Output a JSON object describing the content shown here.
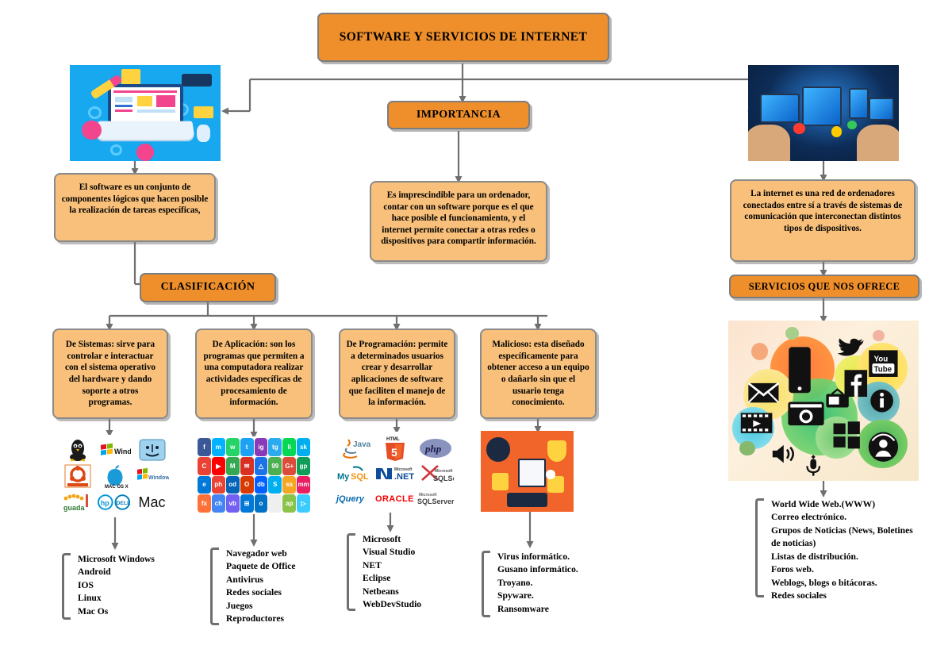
{
  "title_box": {
    "label": "SOFTWARE Y SERVICIOS DE INTERNET"
  },
  "headers": {
    "importancia": "IMPORTANCIA",
    "clasificacion": "CLASIFICACIÓN",
    "servicios": "SERVICIOS QUE NOS OFRECE"
  },
  "descriptions": {
    "software": "El software es un conjunto de componentes lógicos que hacen posible la realización de tareas específicas,",
    "importancia": "Es imprescindible para un ordenador, contar con un software porque es el que hace posible el funcionamiento, y el internet permite conectar a otras redes o dispositivos para compartir información.",
    "internet": "La internet es una red de ordenadores conectados entre sí a través de sistemas de comunicación que interconectan distintos tipos de dispositivos."
  },
  "categories": {
    "sistemas": "De Sistemas: sirve para controlar e interactuar con el sistema operativo del hardware y dando soporte a otros programas.",
    "aplicacion": "De Aplicación: son los programas que permiten a una computadora realizar actividades específicas de procesamiento de información.",
    "programacion": "De Programación: permite a determinados usuarios crear y desarrollar aplicaciones de software que faciliten el manejo de la información.",
    "malicioso": "Malicioso: esta diseñado específicamente para obtener acceso a un equipo o dañarlo sin que el usuario tenga conocimiento."
  },
  "lists": {
    "sistemas": [
      "Microsoft Windows",
      "Android",
      "IOS",
      "Linux",
      "Mac Os"
    ],
    "aplicacion": [
      "Navegador web",
      "Paquete de Office",
      "Antivirus",
      "Redes sociales",
      "Juegos",
      "Reproductores"
    ],
    "programacion": [
      "Microsoft",
      "Visual Studio",
      "NET",
      "Eclipse",
      "Netbeans",
      "WebDevStudio"
    ],
    "malicioso": [
      "Virus informático.",
      "Gusano informático.",
      "Troyano.",
      "Spyware.",
      "Ransomware"
    ],
    "servicios": [
      "World Wide Web.(WWW)",
      "Correo electrónico.",
      "Grupos de Noticias (News, Boletines de noticias)",
      "Listas de distribución.",
      "Foros web.",
      "Weblogs, blogs o bitácoras.",
      "Redes sociales"
    ]
  },
  "images": {
    "software_illustration": "laptop-web-design-illustration",
    "internet_illustration": "hands-holding-devices-photo",
    "os_logos": {
      "name": "operating-system-logos-collage",
      "labels": [
        "Linux",
        "Windows XP",
        "Mac",
        "Ubuntu",
        "Mac OS X",
        "Windows Vista",
        "guada",
        "HP  DELL",
        "Mac"
      ]
    },
    "app_logos": {
      "name": "application-icons-collage",
      "icons": [
        {
          "label": "f",
          "color": "#3b5998"
        },
        {
          "label": "m",
          "color": "#00b2ff"
        },
        {
          "label": "w",
          "color": "#25d366"
        },
        {
          "label": "t",
          "color": "#1da1f2"
        },
        {
          "label": "ig",
          "color": "#8a3ab9"
        },
        {
          "label": "tg",
          "color": "#2aabee"
        },
        {
          "label": "li",
          "color": "#06d755"
        },
        {
          "label": "sk",
          "color": "#00aff0"
        },
        {
          "label": "C",
          "color": "#ea4335"
        },
        {
          "label": "▶",
          "color": "#ff0000"
        },
        {
          "label": "M",
          "color": "#34a853"
        },
        {
          "label": "✉",
          "color": "#d93025"
        },
        {
          "label": "△",
          "color": "#1a73e8"
        },
        {
          "label": "99",
          "color": "#4caf50"
        },
        {
          "label": "G+",
          "color": "#dd4b39"
        },
        {
          "label": "gp",
          "color": "#0f9d58"
        },
        {
          "label": "e",
          "color": "#0078d7"
        },
        {
          "label": "ph",
          "color": "#ea4335"
        },
        {
          "label": "od",
          "color": "#0364b8"
        },
        {
          "label": "O",
          "color": "#d83b01"
        },
        {
          "label": "db",
          "color": "#0061ff"
        },
        {
          "label": "S",
          "color": "#00aff0"
        },
        {
          "label": "ss",
          "color": "#f5a623"
        },
        {
          "label": "mm",
          "color": "#e91e63"
        },
        {
          "label": "fx",
          "color": "#ff7139"
        },
        {
          "label": "ch",
          "color": "#4285f4"
        },
        {
          "label": "vb",
          "color": "#7360f2"
        },
        {
          "label": "⊞",
          "color": "#0078d7"
        },
        {
          "label": "o",
          "color": "#0072c6"
        },
        {
          "label": "",
          "color": "#efefef"
        },
        {
          "label": "ap",
          "color": "#8bc34a"
        },
        {
          "label": "▷",
          "color": "#3bccff"
        }
      ]
    },
    "programming_logos": {
      "name": "programming-technology-logos-collage",
      "labels": [
        "Java",
        "HTML5",
        "php",
        "MySQL",
        ".NET",
        "SQL Server",
        "jQuery",
        "ORACLE",
        "SQLServer"
      ]
    },
    "malware_illustration": "malware-virus-illustration",
    "services_illustration": "internet-services-bubbles-illustration"
  }
}
